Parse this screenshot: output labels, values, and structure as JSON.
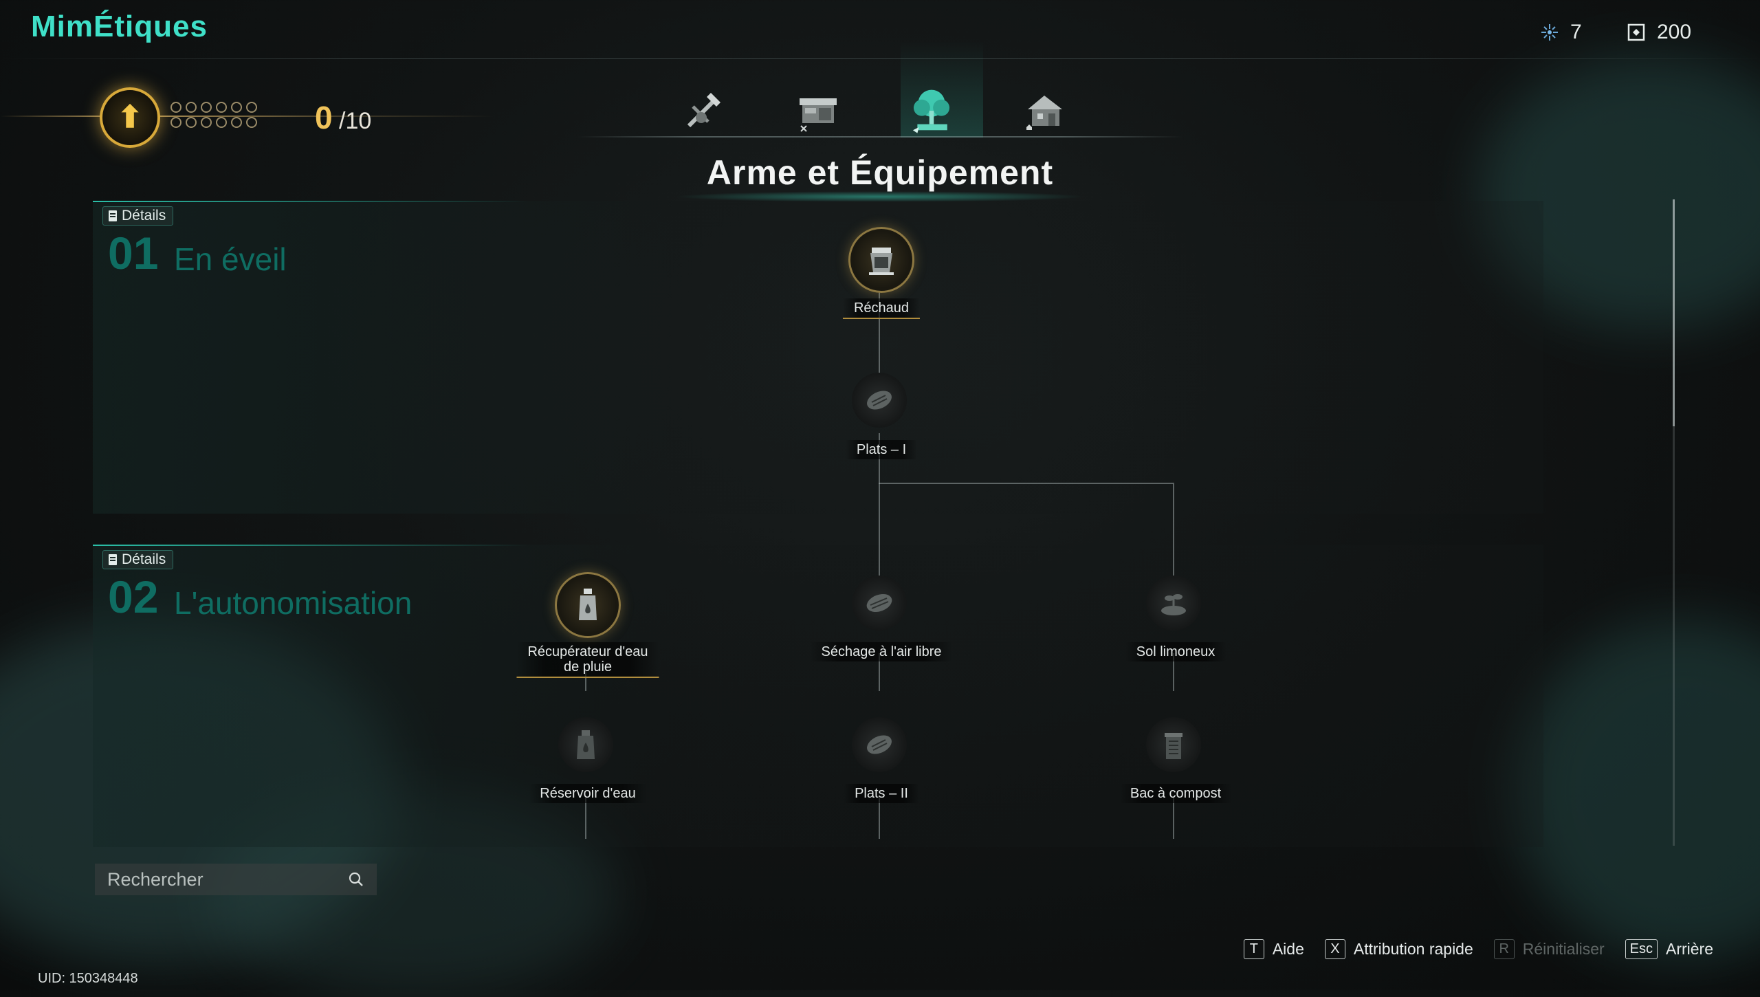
{
  "app_title": "MimÉtiques",
  "resources": {
    "points": "7",
    "currency": "200"
  },
  "level": {
    "current": "0",
    "max": "10"
  },
  "category_tabs": [
    {
      "icon": "crossed-tools-icon",
      "active": false
    },
    {
      "icon": "workbench-icon",
      "active": false
    },
    {
      "icon": "tree-icon",
      "active": true
    },
    {
      "icon": "house-icon",
      "active": false
    }
  ],
  "section_title": "Arme et Équipement",
  "panels": [
    {
      "details_label": "Détails",
      "number": "01",
      "name": "En éveil"
    },
    {
      "details_label": "Détails",
      "number": "02",
      "name": "L'autonomisation"
    }
  ],
  "nodes": {
    "rechaud": "Réchaud",
    "plats1": "Plats – I",
    "recuperateur_line1": "Récupérateur d'eau",
    "recuperateur_line2": "de pluie",
    "sechage": "Séchage à l'air libre",
    "sol": "Sol limoneux",
    "reservoir": "Réservoir d'eau",
    "plats2": "Plats – II",
    "bac": "Bac à compost"
  },
  "search": {
    "placeholder": "Rechercher"
  },
  "hints": {
    "help_key": "T",
    "help_label": "Aide",
    "quick_key": "X",
    "quick_label": "Attribution rapide",
    "reset_key": "R",
    "reset_label": "Réinitialiser",
    "back_key": "Esc",
    "back_label": "Arrière"
  },
  "uid": "UID: 150348448"
}
